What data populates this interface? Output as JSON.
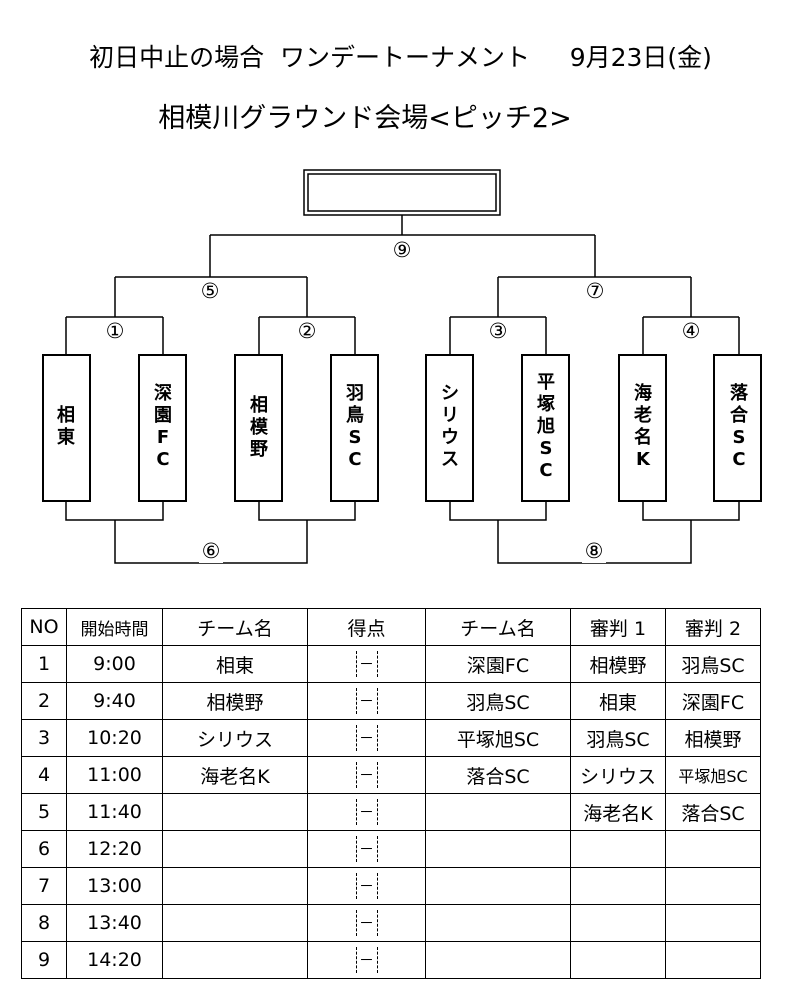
{
  "header": {
    "title": "初日中止の場合  ワンデートーナメント     9月23日(金)",
    "venue": "相模川グラウンド会場<ピッチ2>"
  },
  "bracket": {
    "winner_box": "",
    "match_numbers": [
      "①",
      "②",
      "③",
      "④",
      "⑤",
      "⑥",
      "⑦",
      "⑧",
      "⑨"
    ],
    "teams": [
      [
        "相",
        "東"
      ],
      [
        "深",
        "園",
        "F",
        "C"
      ],
      [
        "相",
        "模",
        "野"
      ],
      [
        "羽",
        "鳥",
        "S",
        "C"
      ],
      [
        "シ",
        "リ",
        "ウ",
        "ス"
      ],
      [
        "平",
        "塚",
        "旭",
        "S",
        "C"
      ],
      [
        "海",
        "老",
        "名",
        "K"
      ],
      [
        "落",
        "合",
        "S",
        "C"
      ]
    ]
  },
  "schedule": {
    "headers": [
      "NO",
      "開始時間",
      "チーム名",
      "得点",
      "チーム名",
      "審判 1",
      "審判 2"
    ],
    "score_sep": "－",
    "rows": [
      {
        "no": "1",
        "time": "9:00",
        "team_a": "相東",
        "team_b": "深園FC",
        "ref1": "相模野",
        "ref2": "羽鳥SC"
      },
      {
        "no": "2",
        "time": "9:40",
        "team_a": "相模野",
        "team_b": "羽鳥SC",
        "ref1": "相東",
        "ref2": "深園FC"
      },
      {
        "no": "3",
        "time": "10:20",
        "team_a": "シリウス",
        "team_b": "平塚旭SC",
        "ref1": "羽鳥SC",
        "ref2": "相模野"
      },
      {
        "no": "4",
        "time": "11:00",
        "team_a": "海老名K",
        "team_b": "落合SC",
        "ref1": "シリウス",
        "ref2": "平塚旭SC"
      },
      {
        "no": "5",
        "time": "11:40",
        "team_a": "",
        "team_b": "",
        "ref1": "海老名K",
        "ref2": "落合SC"
      },
      {
        "no": "6",
        "time": "12:20",
        "team_a": "",
        "team_b": "",
        "ref1": "",
        "ref2": ""
      },
      {
        "no": "7",
        "time": "13:00",
        "team_a": "",
        "team_b": "",
        "ref1": "",
        "ref2": ""
      },
      {
        "no": "8",
        "time": "13:40",
        "team_a": "",
        "team_b": "",
        "ref1": "",
        "ref2": ""
      },
      {
        "no": "9",
        "time": "14:20",
        "team_a": "",
        "team_b": "",
        "ref1": "",
        "ref2": ""
      }
    ]
  }
}
